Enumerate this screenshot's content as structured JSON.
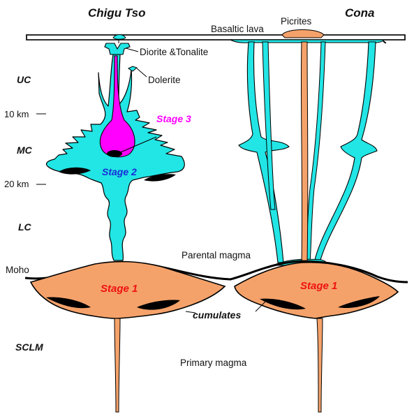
{
  "titles": {
    "left": "Chigu Tso",
    "right": "Cona"
  },
  "layers": {
    "uc": "UC",
    "mc": "MC",
    "lc": "LC",
    "moho": "Moho",
    "sclm": "SCLM"
  },
  "depths": {
    "d10": "10 km",
    "d20": "20 km"
  },
  "labels": {
    "basaltic_lava": "Basaltic lava",
    "picrites": "Picrites",
    "diorite": "Diorite &Tonalite",
    "dolerite": "Dolerite",
    "parental": "Parental magma",
    "primary": "Primary magma",
    "cumulates": "cumulates"
  },
  "stages": {
    "stage1_left": "Stage 1",
    "stage1_right": "Stage 1",
    "stage2": "Stage 2",
    "stage3": "Stage 3"
  },
  "colors": {
    "cyan_magma": "#22e5e5",
    "orange_magma": "#f5a26a",
    "magenta": "#ff00ff",
    "stage_red": "#ee1111",
    "stage_blue": "#1a2bd8",
    "black": "#000000"
  }
}
